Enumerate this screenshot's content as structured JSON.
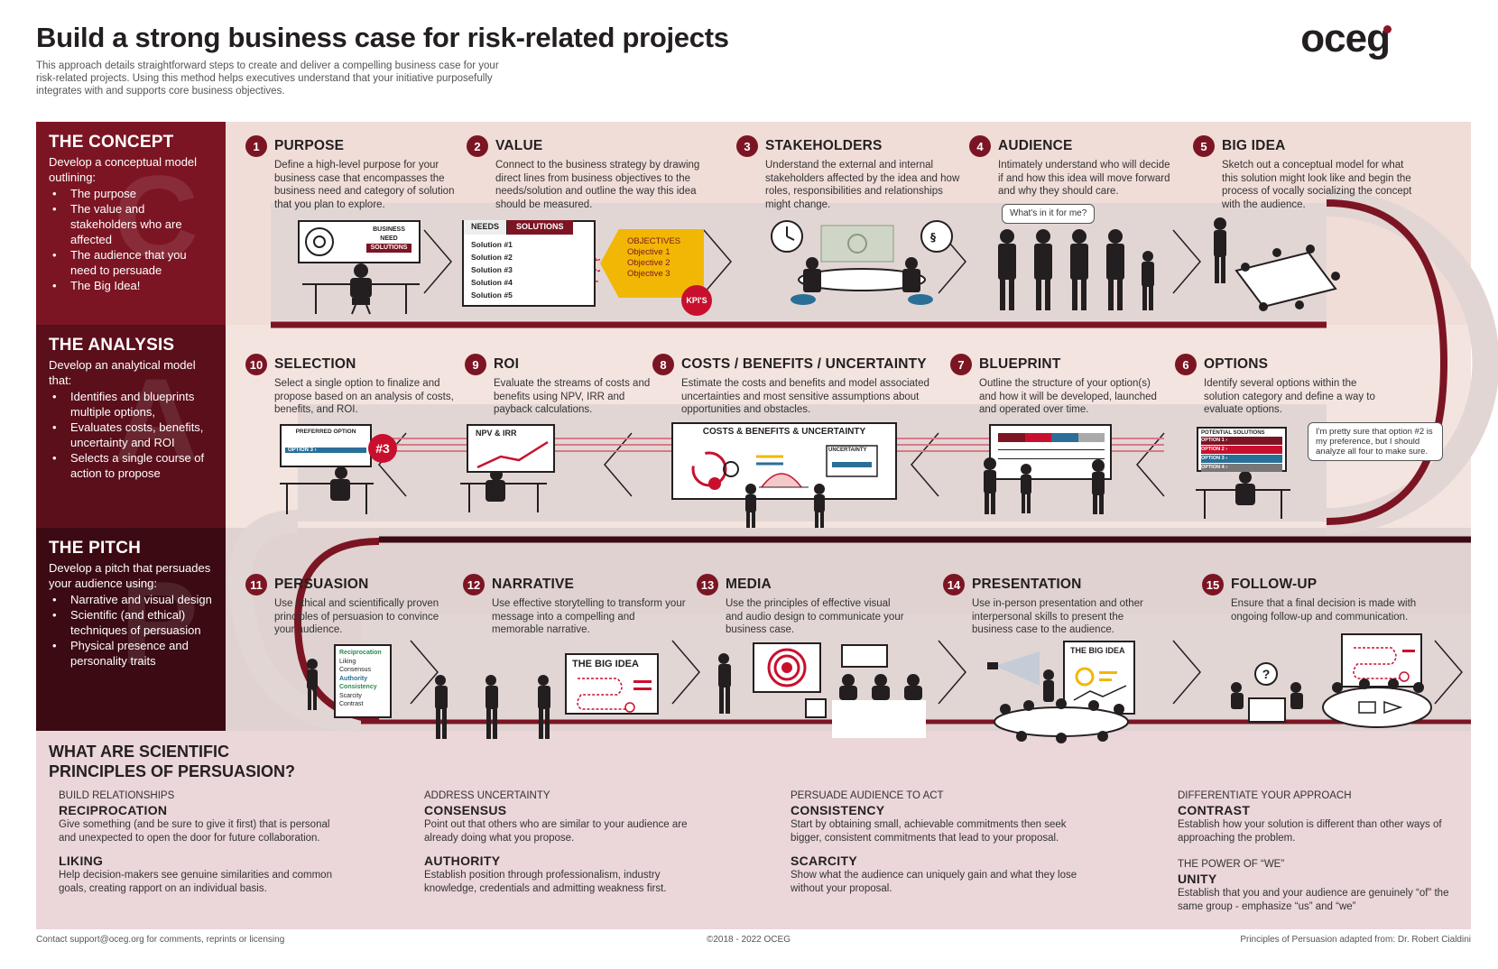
{
  "header": {
    "title": "Build a strong business case for risk-related projects",
    "intro": "This approach details straightforward steps to create and deliver a compelling business case for your risk-related projects.  Using this method helps executives understand that your initiative purposefully integrates with and supports core business objectives.",
    "logo": "oceg"
  },
  "sections": [
    {
      "title": "THE CONCEPT",
      "letter": "C",
      "desc": "Develop a conceptual model outlining:",
      "bullets": [
        "The purpose",
        "The value and stakeholders who are affected",
        "The audience that you need to persuade",
        "The Big Idea!"
      ]
    },
    {
      "title": "THE ANALYSIS",
      "letter": "A",
      "desc": "Develop an analytical model that:",
      "bullets": [
        "Identifies and blueprints multiple options,",
        "Evaluates costs, benefits, uncertainty and ROI",
        "Selects a single course of action to propose"
      ]
    },
    {
      "title": "THE PITCH",
      "letter": "P",
      "desc": "Develop a pitch that persuades your audience using:",
      "bullets": [
        "Narrative and visual design",
        "Scientific (and ethical) techniques of persuasion",
        "Physical presence and personality traits"
      ]
    }
  ],
  "steps": [
    {
      "num": "1",
      "title": "PURPOSE",
      "desc": "Define a high-level purpose for your business case that encompasses the business need and category of solution that you plan to explore."
    },
    {
      "num": "2",
      "title": "VALUE",
      "desc": "Connect to the business strategy by drawing direct lines from business objectives to the needs/solution and outline the way this idea should be measured."
    },
    {
      "num": "3",
      "title": "STAKEHOLDERS",
      "desc": "Understand the external and internal stakeholders affected by the idea and how roles, responsibilities and relationships might change."
    },
    {
      "num": "4",
      "title": "AUDIENCE",
      "desc": "Intimately understand who will decide if and how this idea will move forward and why they should care."
    },
    {
      "num": "5",
      "title": "BIG IDEA",
      "desc": "Sketch out a conceptual model for what this solution might look like and begin the process of vocally socializing the concept with the audience."
    },
    {
      "num": "6",
      "title": "OPTIONS",
      "desc": "Identify several options within the solution category and define a way to evaluate options."
    },
    {
      "num": "7",
      "title": "BLUEPRINT",
      "desc": "Outline the structure of your option(s) and how it will be developed, launched and operated over time."
    },
    {
      "num": "8",
      "title": "COSTS / BENEFITS / UNCERTAINTY",
      "desc": "Estimate the costs and benefits and model associated uncertainties and most sensitive assumptions about opportunities and obstacles."
    },
    {
      "num": "9",
      "title": "ROI",
      "desc": "Evaluate the streams of costs and benefits using NPV, IRR and payback calculations."
    },
    {
      "num": "10",
      "title": "SELECTION",
      "desc": "Select a single option to finalize and propose based on an analysis of costs, benefits, and ROI."
    },
    {
      "num": "11",
      "title": "PERSUASION",
      "desc": "Use ethical and scientifically proven principles of persuasion to convince your audience."
    },
    {
      "num": "12",
      "title": "NARRATIVE",
      "desc": "Use effective storytelling to transform your message into a compelling and memorable narrative."
    },
    {
      "num": "13",
      "title": "MEDIA",
      "desc": "Use the principles of effective visual and audio design to communicate your business case."
    },
    {
      "num": "14",
      "title": "PRESENTATION",
      "desc": "Use in-person presentation and other interpersonal skills to present the business case to the audience."
    },
    {
      "num": "15",
      "title": "FOLLOW-UP",
      "desc": "Ensure that a final decision is made with ongoing follow-up and communication."
    }
  ],
  "illustrations": {
    "purpose_board": [
      "BUSINESS",
      "NEED",
      "SOLUTIONS"
    ],
    "value_tabs": [
      "NEEDS",
      "SOLUTIONS"
    ],
    "value_solutions": [
      "Solution #1",
      "Solution #2",
      "Solution #3",
      "Solution #4",
      "Solution #5"
    ],
    "value_objectives_title": "OBJECTIVES",
    "value_objectives": [
      "Objective 1",
      "Objective 2",
      "Objective 3"
    ],
    "value_kpis": "KPI'S",
    "audience_bubble": "What's in it for me?",
    "options_bubble": "I'm pretty sure that option #2 is my preference, but I should analyze all four to make sure.",
    "options_board_title": "POTENTIAL SOLUTIONS",
    "options_list": [
      "OPTION 1 ›",
      "OPTION 2 ›",
      "OPTION 3 ›",
      "OPTION 4 ›"
    ],
    "cbu_board_title": "COSTS & BENEFITS & UNCERTAINTY",
    "cbu_mini": "UNCERTAINTY",
    "roi_board_title": "NPV & IRR",
    "selection_board_title": "PREFERRED OPTION",
    "selection_option": "OPTION 3 ›",
    "selection_badge": "#3",
    "persuasion_list": [
      "Reciprocation",
      "Liking",
      "Consensus",
      "Authority",
      "Consistency",
      "Scarcity",
      "Contrast"
    ],
    "narrative_board_title": "THE BIG IDEA",
    "presentation_board_title": "THE BIG IDEA",
    "followup_bubble": "?"
  },
  "persuasion": {
    "title_line1": "WHAT ARE SCIENTIFIC",
    "title_line2": "PRINCIPLES OF PERSUASION?",
    "principles": [
      {
        "category": "BUILD RELATIONSHIPS",
        "name": "RECIPROCATION",
        "desc": "Give something (and be sure to give it first) that is personal and unexpected to open the door for future collaboration."
      },
      {
        "category": "",
        "name": "LIKING",
        "desc": "Help decision-makers see genuine similarities and common goals, creating rapport on an individual basis."
      },
      {
        "category": "ADDRESS UNCERTAINTY",
        "name": "CONSENSUS",
        "desc": "Point out that others who are similar to your audience are already doing what you propose."
      },
      {
        "category": "",
        "name": "AUTHORITY",
        "desc": "Establish position through professionalism, industry knowledge, credentials and admitting weakness first."
      },
      {
        "category": "PERSUADE AUDIENCE TO ACT",
        "name": "CONSISTENCY",
        "desc": "Start by obtaining small, achievable commitments then seek bigger, consistent commitments that lead to your proposal."
      },
      {
        "category": "",
        "name": "SCARCITY",
        "desc": "Show what the audience can uniquely gain and what they lose without your proposal."
      },
      {
        "category": "DIFFERENTIATE YOUR APPROACH",
        "name": "CONTRAST",
        "desc": "Establish how your solution is different than other ways of approaching the problem."
      },
      {
        "category": "THE POWER OF “WE”",
        "name": "UNITY",
        "desc": "Establish that you and your audience are genuinely “of” the same group - emphasize “us” and “we”"
      }
    ]
  },
  "footer": {
    "contact": "Contact support@oceg.org for comments, reprints or licensing",
    "copyright": "©2018 - 2022 OCEG",
    "credit": "Principles of Persuasion adapted from: Dr. Robert Cialdini"
  },
  "colors": {
    "brand": "#7c1523",
    "accent_red": "#c8102e",
    "highlight_yellow": "#f2b705",
    "ink": "#231f20"
  }
}
